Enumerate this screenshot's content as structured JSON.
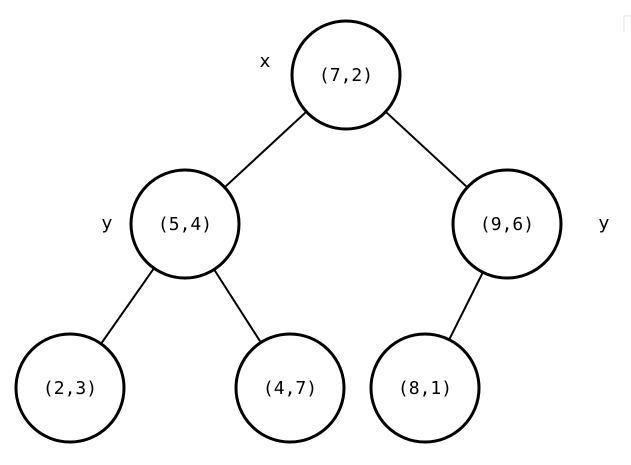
{
  "tree": {
    "nodes": [
      {
        "id": "root",
        "label": "(7,2)",
        "axis": "x"
      },
      {
        "id": "left",
        "label": "(5,4)",
        "axis": "y"
      },
      {
        "id": "right",
        "label": "(9,6)",
        "axis": "y"
      },
      {
        "id": "left-left",
        "label": "(2,3)",
        "axis": ""
      },
      {
        "id": "left-right",
        "label": "(4,7)",
        "axis": ""
      },
      {
        "id": "right-left",
        "label": "(8,1)",
        "axis": ""
      }
    ],
    "edges": [
      {
        "from": "root",
        "to": "left"
      },
      {
        "from": "root",
        "to": "right"
      },
      {
        "from": "left",
        "to": "left-left"
      },
      {
        "from": "left",
        "to": "left-right"
      },
      {
        "from": "right",
        "to": "right-left"
      }
    ]
  },
  "colors": {
    "stroke": "#000000",
    "fill": "#ffffff",
    "background": "#ffffff"
  }
}
